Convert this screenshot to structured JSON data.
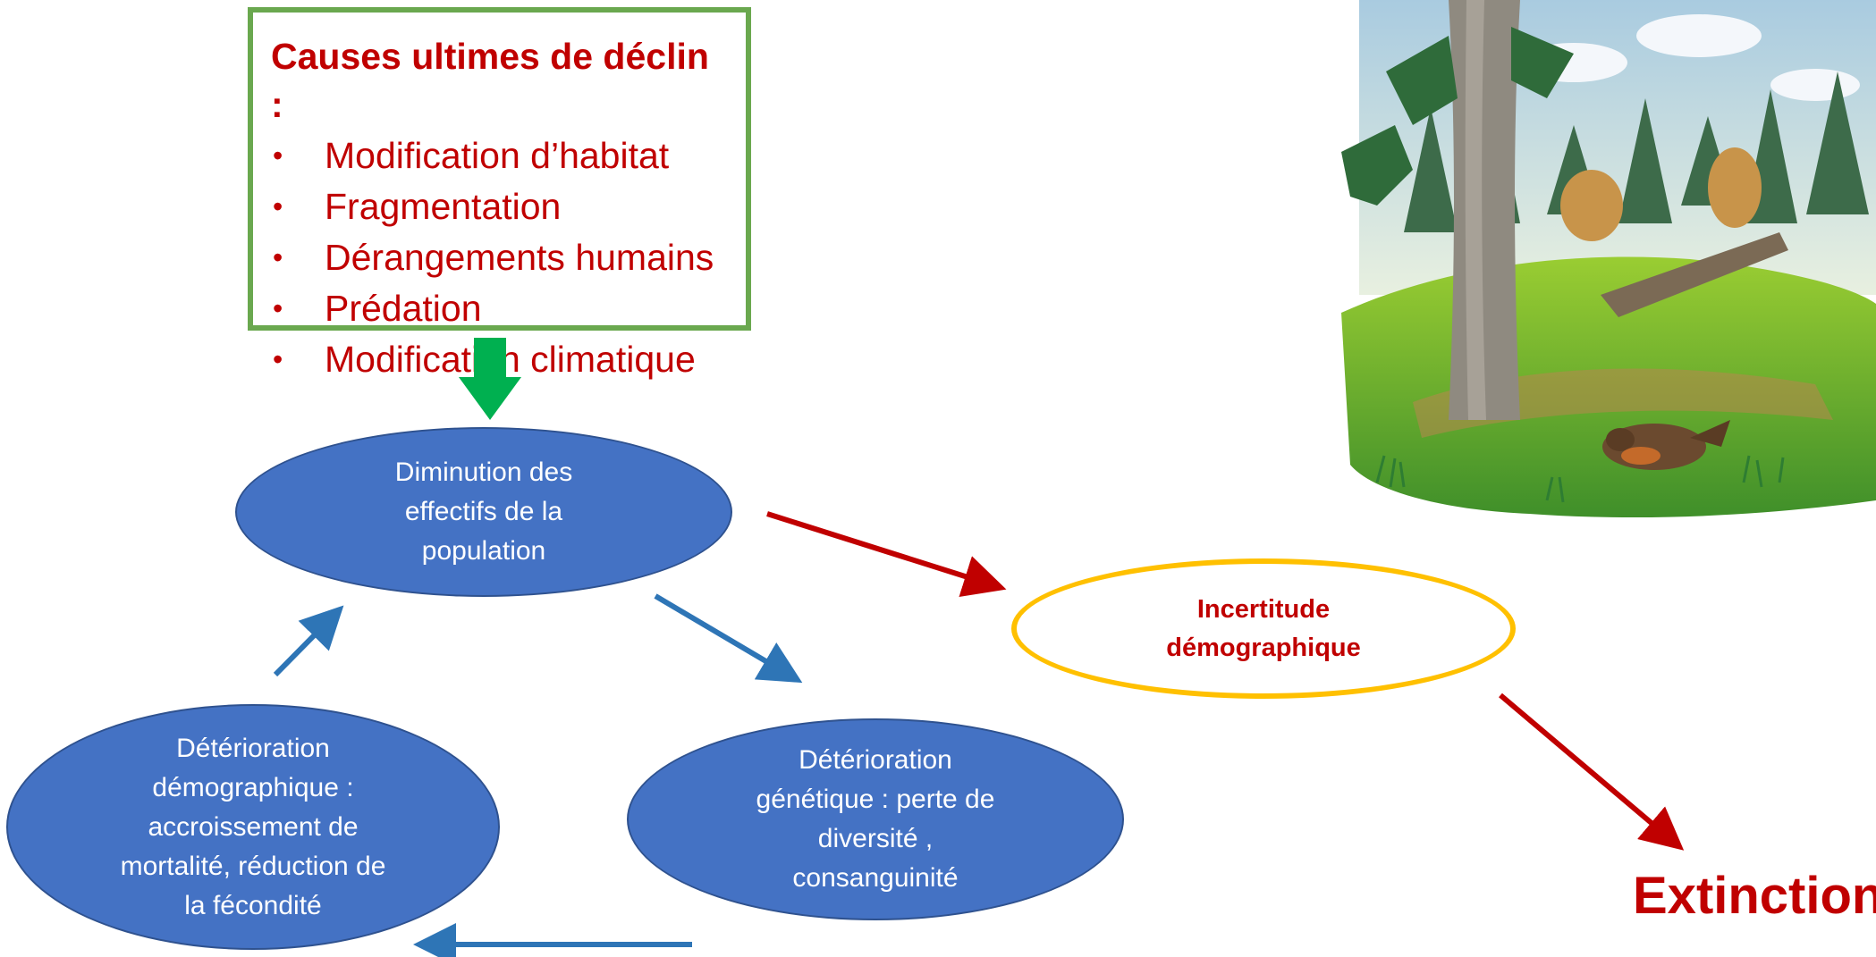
{
  "causes": {
    "title": "Causes ultimes de déclin :",
    "items": [
      "Modification d’habitat",
      "Fragmentation",
      "Dérangements humains",
      "Prédation",
      "Modification climatique"
    ]
  },
  "nodes": {
    "diminution": "Diminution des\neffectifs de la\npopulation",
    "degradation_demographique": "Détérioration\ndémographique  :\naccroissement de\nmortalité, réduction de\nla fécondité",
    "degradation_genetique": "Détérioration\ngénétique : perte de\ndiversité ,\nconsanguinité",
    "incertitude": "Incertitude\ndémographique",
    "extinction": "Extinction"
  },
  "illustration": {
    "subject": "painted forest clearing with conifers and a capercaillie-like bird (grouse) on the ground"
  },
  "colors": {
    "cause_text": "#c00000",
    "cause_border": "#6aa84f",
    "ellipse_fill": "#4472c4",
    "incertitude_border": "#ffc000",
    "arrow_green": "#00b050",
    "arrow_red": "#c00000",
    "arrow_blue": "#2e75b6"
  }
}
